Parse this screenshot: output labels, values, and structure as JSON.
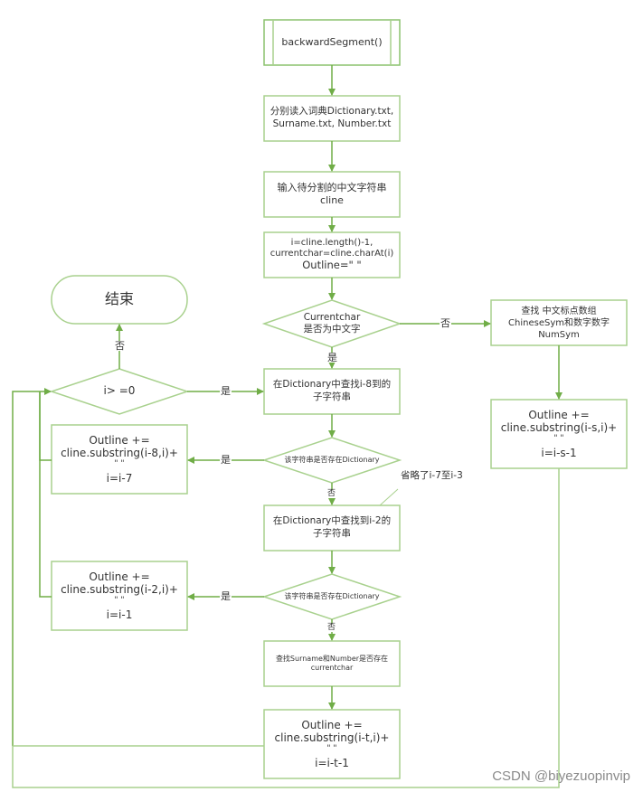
{
  "colors": {
    "stroke": "#70ad47",
    "stroke_light": "#a9d18e",
    "text": "#333333",
    "watermark": "#8a8a8a"
  },
  "nodes": {
    "start": {
      "type": "subprocess",
      "lines": [
        "backwardSegment()"
      ]
    },
    "read_dict": {
      "type": "process",
      "lines": [
        "分别读入词典Dictionary.txt,",
        "Surname.txt, Number.txt"
      ]
    },
    "input": {
      "type": "process",
      "lines": [
        "输入待分割的中文字符串",
        "cline"
      ]
    },
    "init": {
      "type": "process",
      "lines": [
        "i=cline.length()-1,",
        "currentchar=cline.charAt(i)",
        "Outline=\"  \""
      ]
    },
    "is_chinese": {
      "type": "decision",
      "lines": [
        "Currentchar",
        "是否为中文字"
      ]
    },
    "find_sym": {
      "type": "process",
      "lines": [
        "查找 中文标点数组",
        "ChineseSym和数字数字",
        "NumSym"
      ]
    },
    "out_s": {
      "type": "process",
      "lines": [
        "Outline +=",
        "cline.substring(i-s,i)+",
        "\"  \"",
        "i=i-s-1"
      ]
    },
    "end": {
      "type": "terminal",
      "lines": [
        "结束"
      ]
    },
    "loop_cond": {
      "type": "decision",
      "lines": [
        "i> =0"
      ]
    },
    "find8": {
      "type": "process",
      "lines": [
        "在Dictionary中查找i-8到的",
        "子字符串"
      ]
    },
    "exists8": {
      "type": "decision",
      "lines": [
        "该字符串是否存在Dictionary"
      ]
    },
    "out8": {
      "type": "process",
      "lines": [
        "Outline +=",
        "cline.substring(i-8,i)+",
        "\"  \"",
        "i=i-7"
      ]
    },
    "find2": {
      "type": "process",
      "lines": [
        "在Dictionary中查找到i-2的",
        "子字符串"
      ]
    },
    "exists2": {
      "type": "decision",
      "lines": [
        "该字符串是否存在Dictionary"
      ]
    },
    "out2": {
      "type": "process",
      "lines": [
        "Outline +=",
        "cline.substring(i-2,i)+",
        "\"  \"",
        "i=i-1"
      ]
    },
    "find_surname": {
      "type": "process",
      "lines": [
        "查找Surname和Number是否存在",
        "currentchar"
      ]
    },
    "out_t": {
      "type": "process",
      "lines": [
        "Outline +=",
        "cline.substring(i-t,i)+",
        "\"  \"",
        "i=i-t-1"
      ]
    }
  },
  "edge_labels": {
    "no_chinese": "否",
    "yes_chinese": "是",
    "loop_no": "否",
    "loop_yes": "是",
    "exists8_yes": "是",
    "exists8_no": "否",
    "exists2_yes": "是",
    "exists2_no": "否"
  },
  "annotation": "省略了i-7至i-3",
  "watermark": "CSDN @biyezuopinvip"
}
